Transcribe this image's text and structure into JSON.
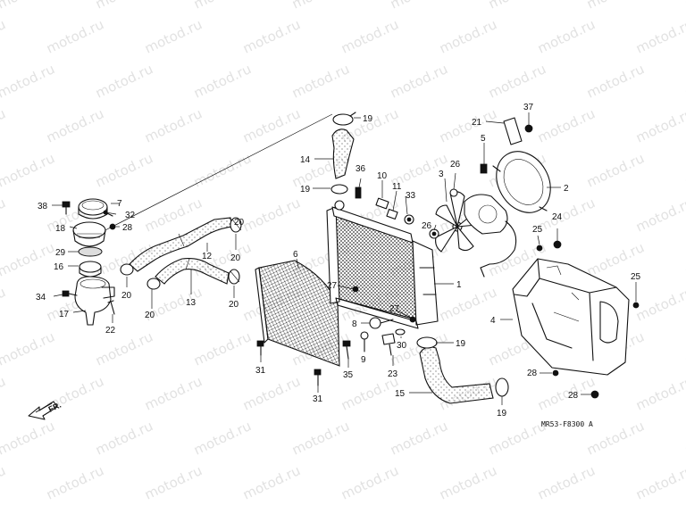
{
  "watermark": "motod.ru",
  "diagram_code": "MR53-F8300 A",
  "front_label": "FR.",
  "callouts": [
    "1",
    "2",
    "3",
    "4",
    "5",
    "6",
    "7",
    "8",
    "9",
    "10",
    "11",
    "12",
    "13",
    "14",
    "15",
    "16",
    "17",
    "18",
    "19",
    "19",
    "19",
    "19",
    "20",
    "20",
    "20",
    "20",
    "20",
    "21",
    "22",
    "23",
    "24",
    "25",
    "25",
    "26",
    "26",
    "27",
    "27",
    "28",
    "28",
    "28",
    "28",
    "29",
    "30",
    "31",
    "31",
    "32",
    "33",
    "34",
    "35",
    "36",
    "37",
    "38"
  ]
}
